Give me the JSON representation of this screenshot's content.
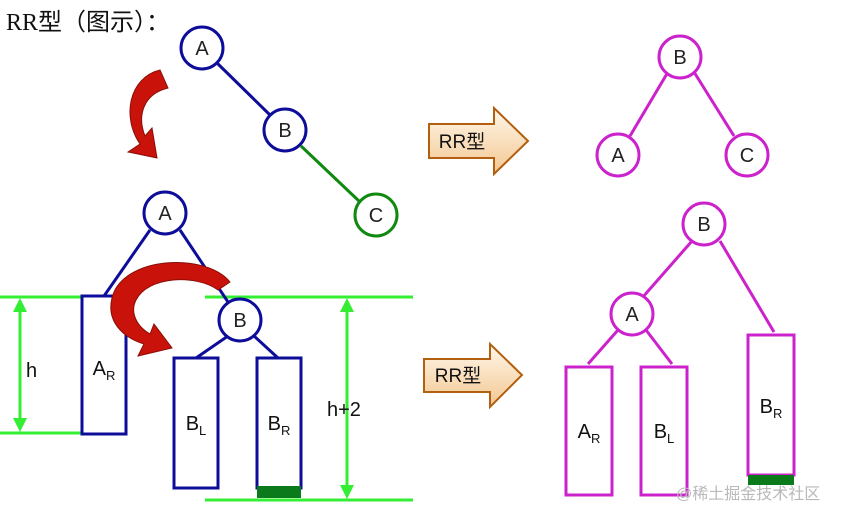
{
  "title": "RR型（图示）：",
  "colors": {
    "blue": "#0d0d9a",
    "green": "#0f8a0f",
    "magenta": "#cc22cc",
    "lime": "#33ee33",
    "arrow_red": "#c8120a",
    "arrow_orange_stroke": "#b25f0f",
    "arrow_orange_fill_top": "#fff7ea",
    "arrow_orange_fill_bottom": "#f3c791",
    "height_bar_green": "#0b7a1a"
  },
  "icons": {
    "curved_arrow": "curved-red-arrow-icon",
    "block_arrow": "right-block-arrow-icon"
  },
  "top_before": {
    "nodes": {
      "a": "A",
      "b": "B",
      "c": "C"
    }
  },
  "top_arrow": {
    "label": "RR型"
  },
  "top_after": {
    "nodes": {
      "b": "B",
      "a": "A",
      "c": "C"
    }
  },
  "bottom_before": {
    "nodes": {
      "a": "A",
      "b": "B"
    },
    "subtrees": {
      "ar": {
        "main": "A",
        "sub": "R"
      },
      "bl": {
        "main": "B",
        "sub": "L"
      },
      "br": {
        "main": "B",
        "sub": "R"
      }
    },
    "height_left": "h",
    "height_right": "h+2"
  },
  "bottom_arrow": {
    "label": "RR型"
  },
  "bottom_after": {
    "nodes": {
      "b": "B",
      "a": "A"
    },
    "subtrees": {
      "ar": {
        "main": "A",
        "sub": "R"
      },
      "bl": {
        "main": "B",
        "sub": "L"
      },
      "br": {
        "main": "B",
        "sub": "R"
      }
    }
  },
  "watermark": "@稀土掘金技术社区"
}
